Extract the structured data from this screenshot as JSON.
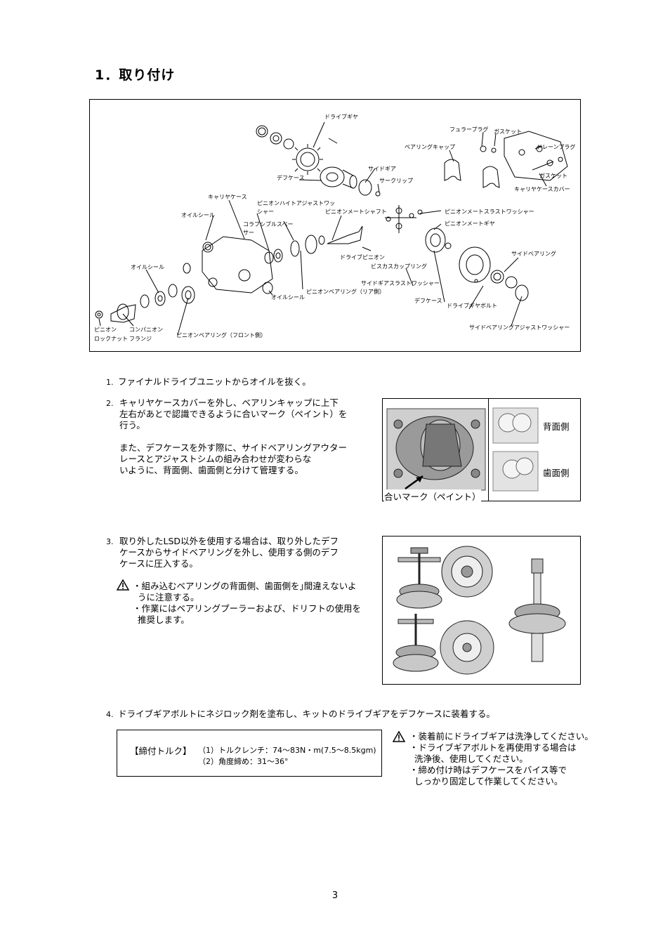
{
  "section_title": "1．取り付け",
  "diagram": {
    "labels": {
      "drive_gear": "ドライブギヤ",
      "filler_plug": "フュラープラグ",
      "gasket_top": "ガスケット",
      "drain_plug": "ドレーンプラグ",
      "bearing_cap": "ベアリングキャップ",
      "gasket_right": "ガスケット",
      "carrier_case_cover": "キャリヤケースカバー",
      "side_gear": "サイドギア",
      "diff_case_top": "デフケース",
      "circlip": "サークリップ",
      "carrier_case": "キャリヤケース",
      "pinion_height_washer_1": "ピニオンハイトアジャストワッ",
      "pinion_height_washer_2": "シャー",
      "pinion_mate_shaft": "ピニオンメートシャフト",
      "pinion_mate_thrust_washer": "ピニオンメートスラストワッシャー",
      "oil_seal_left": "オイルシール",
      "collapsible_spacer_1": "コラプシブルスペー",
      "collapsible_spacer_2": "サー",
      "pinion_mate_gear": "ピニオンメートギヤ",
      "side_bearing": "サイドベアリング",
      "drive_pinion": "ドライブピニオン",
      "viscous_coupling": "ビスカスカップリング",
      "oil_seal_mid": "オイルシール",
      "side_gear_thrust_washer": "サイドギアスラストワッシャー",
      "pinion_bearing_rear": "ピニオンベアリング（リア側）",
      "oil_seal_bottom": "オイルシール",
      "diff_case_bottom": "デフケース",
      "drive_gear_bolt": "ドライブギヤボルト",
      "pinion_locknut_1": "ピニオン",
      "pinion_locknut_2": "ロックナット",
      "companion_flange_1": "コンパニオン",
      "companion_flange_2": "フランジ",
      "pinion_bearing_front": "ピニオンベアリング（フロント側）",
      "side_bearing_washer": "サイドベアリングアジャストワッシャー"
    }
  },
  "steps": [
    {
      "num": "1.",
      "lines": [
        "ファイナルドライブユニットからオイルを抜く。"
      ]
    },
    {
      "num": "2.",
      "lines": [
        "キャリヤケースカバーを外し、ベアリンキャップに上下",
        "左右があとで認識できるように合いマーク（ペイント）を",
        "行う。",
        "",
        "また、デフケースを外す際に、サイドベアリングアウター",
        "レースとアジャストシムの組み合わせが変わらな",
        "いように、背面側、歯面側と分けて管理する。"
      ]
    },
    {
      "num": "3.",
      "lines": [
        "取り外したLSD以外を使用する場合は、取り外したデフ",
        "ケースからサイドベアリングを外し、使用する側のデフ",
        "ケースに圧入する。"
      ]
    },
    {
      "num": "4.",
      "lines": [
        "ドライブギアボルトにネジロック剤を塗布し、キットのドライブギアをデフケースに装着する。"
      ]
    }
  ],
  "step3_caution": [
    "・組み込むベアリングの背面側、歯面側を｣間違えないよ",
    "うに注意する。",
    "・作業にはベアリングプーラーおよび、ドリフトの使用を",
    "推奨します。"
  ],
  "photo2": {
    "back_label": "背面側",
    "tooth_label": "歯面側",
    "mark_label": "合いマーク（ペイント）"
  },
  "torque": {
    "heading": "【締付トルク】",
    "line1": "（1）トルクレンチ：74～83N・m(7.5～8.5kgm)",
    "line2": "（2）角度締め：31～36°"
  },
  "step4_caution": [
    "・装着前にドライブギアは洗浄してください。",
    "・ドライブギアボルトを再使用する場合は",
    "洗浄後、使用してください。",
    "・締め付け時はデフケースをバイス等で",
    "しっかり固定して作業してください。"
  ],
  "page_number": "3"
}
